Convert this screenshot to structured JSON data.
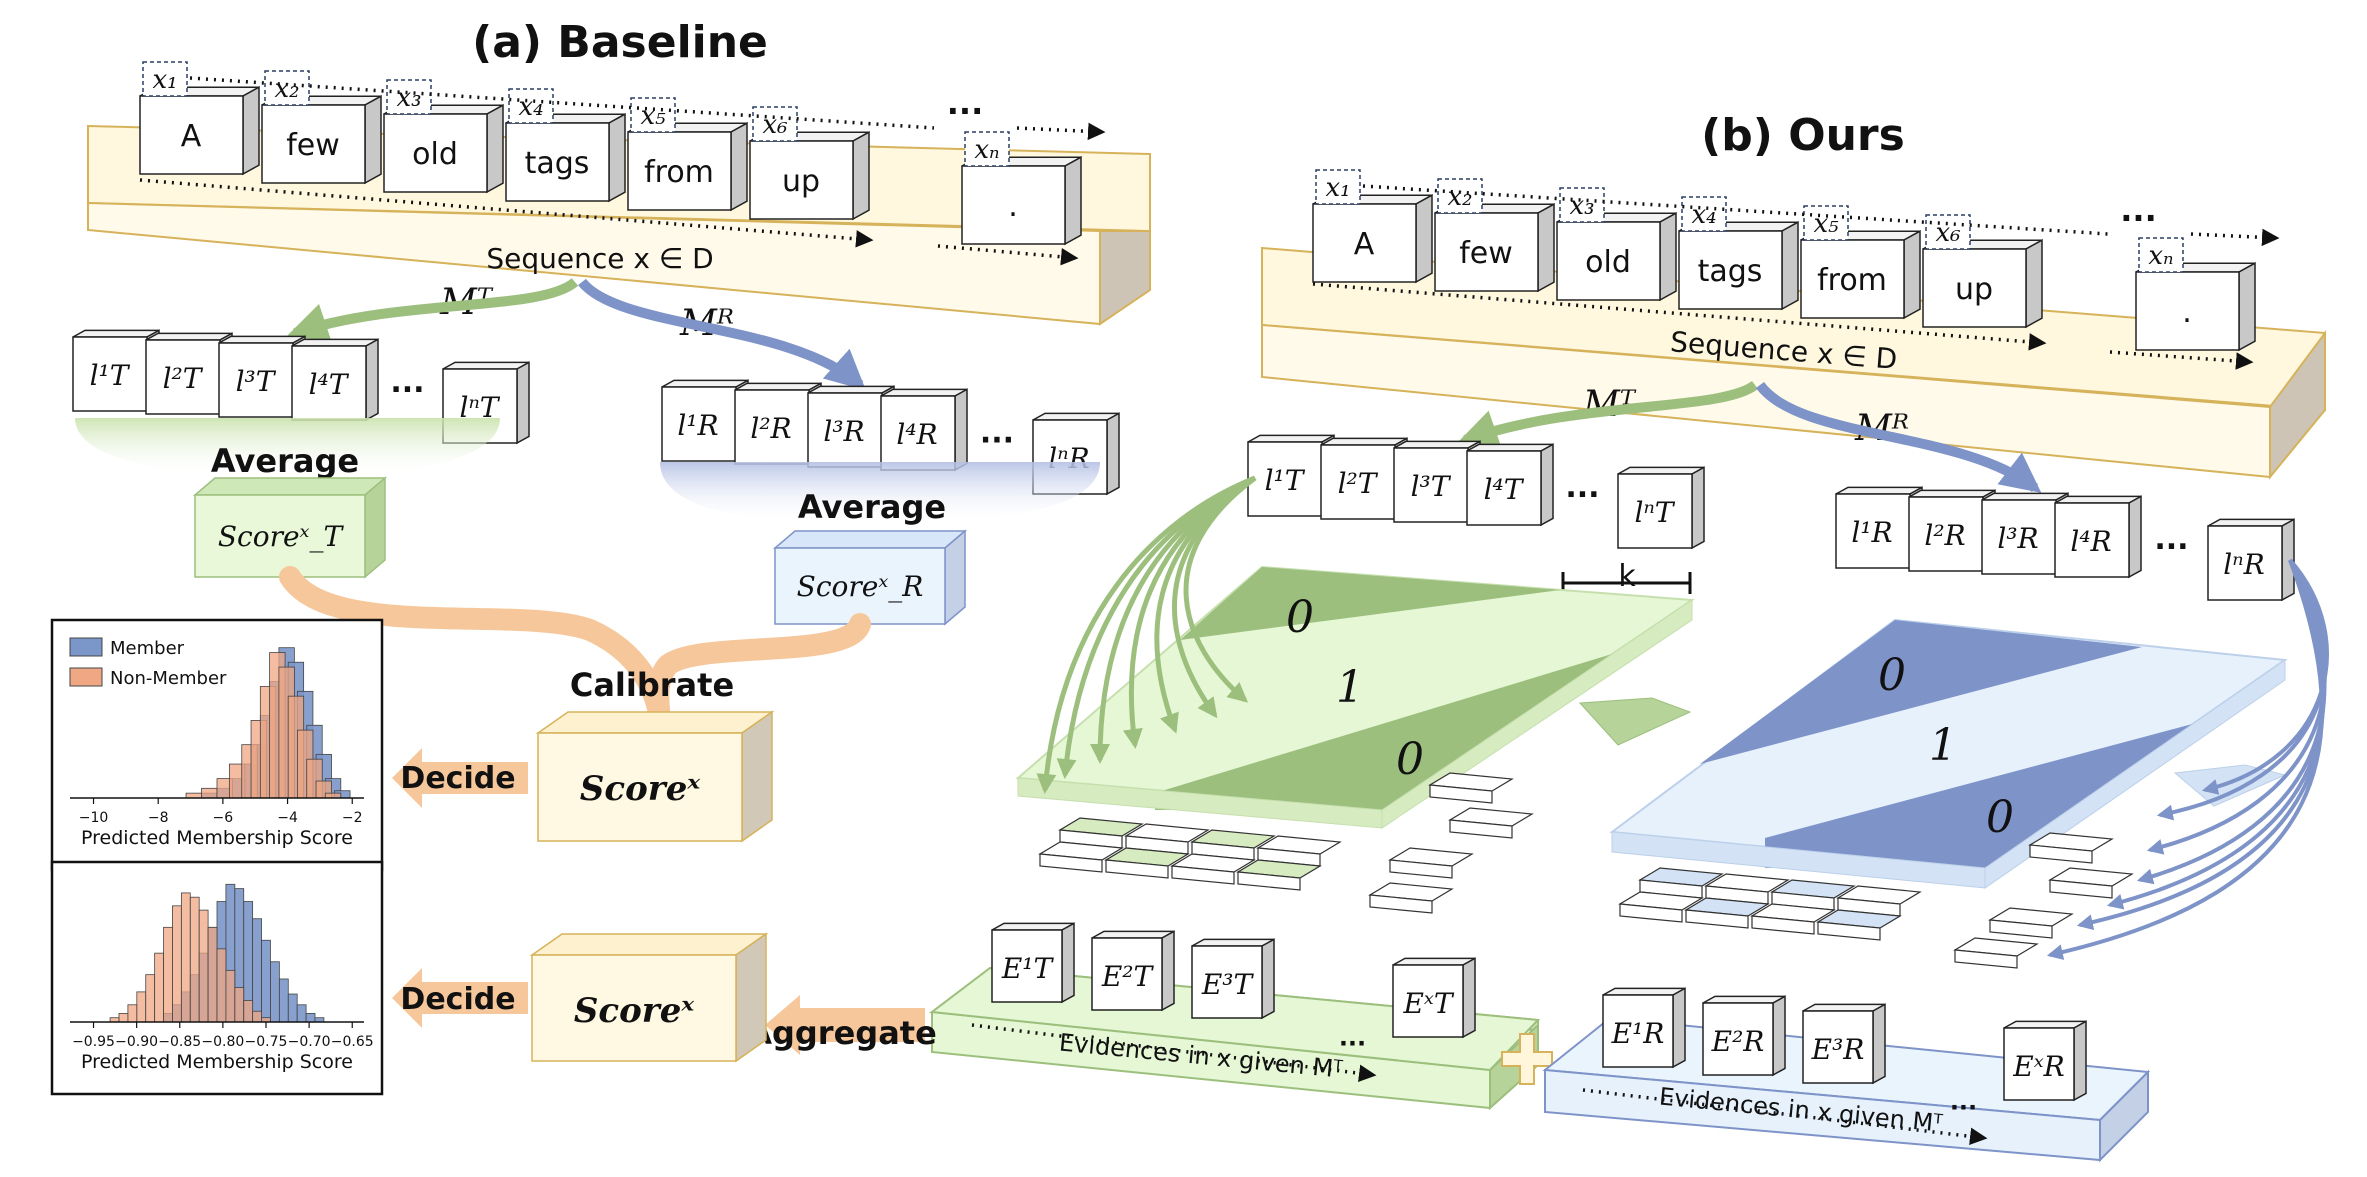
{
  "baseline": {
    "title": "(a) Baseline",
    "tokens": [
      "A",
      "few",
      "old",
      "tags",
      "from",
      "up",
      "."
    ],
    "positions": [
      "x₁",
      "x₂",
      "x₃",
      "x₄",
      "x₅",
      "x₆",
      "xₙ"
    ],
    "sequence_label": "Sequence x ∈ D",
    "target_model": "Mᵀ",
    "reference_model": "Mᴿ",
    "target_losses": [
      "l¹T",
      "l²T",
      "l³T",
      "l⁴T",
      "lⁿT"
    ],
    "reference_losses": [
      "l¹R",
      "l²R",
      "l³R",
      "l⁴R",
      "lⁿR"
    ],
    "average_label_target": "Average",
    "average_label_reference": "Average",
    "score_target": "Scoreˣ_T",
    "score_reference": "Scoreˣ_R",
    "calibrate_label": "Calibrate",
    "score_label": "Scoreˣ",
    "decide_label": "Decide",
    "ellipsis": "···"
  },
  "ours": {
    "title": "(b) Ours",
    "tokens": [
      "A",
      "few",
      "old",
      "tags",
      "from",
      "up",
      "."
    ],
    "positions": [
      "x₁",
      "x₂",
      "x₃",
      "x₄",
      "x₅",
      "x₆",
      "xₙ"
    ],
    "sequence_label": "Sequence x ∈ D",
    "target_model": "Mᵀ",
    "reference_model": "Mᴿ",
    "target_losses": [
      "l¹T",
      "l²T",
      "l³T",
      "l⁴T",
      "lⁿT"
    ],
    "reference_losses": [
      "l¹R",
      "l²R",
      "l³R",
      "l⁴R",
      "lⁿR"
    ],
    "window_label": "k",
    "matrix_values": [
      "0",
      "1",
      "0"
    ],
    "target_evidences": [
      "E¹T",
      "E²T",
      "E³T",
      "EˣT"
    ],
    "reference_evidences": [
      "E¹R",
      "E²R",
      "E³R",
      "EˣR"
    ],
    "target_evidence_label": "Evidences in x given Mᵀ",
    "reference_evidence_label": "Evidences in x given Mᵀ",
    "aggregate_label": "Aggregate",
    "score_label": "Scoreˣ",
    "decide_label": "Decide",
    "plus_symbol": "+",
    "ellipsis": "···"
  },
  "histograms": [
    {
      "type": "bar",
      "legend": [
        "Member",
        "Non-Member"
      ],
      "xlabel": "Predicted Membership Score",
      "xticks": [
        "−10",
        "−8",
        "−6",
        "−4",
        "−2"
      ],
      "xlim": [
        -11,
        -1.5
      ],
      "series": [
        {
          "name": "Member",
          "x": [
            -6.5,
            -6,
            -5.6,
            -5.2,
            -4.9,
            -4.6,
            -4.3,
            -4.0,
            -3.7,
            -3.4,
            -3.1,
            -2.8,
            -2.5,
            -2.2
          ],
          "values": [
            2,
            4,
            8,
            14,
            22,
            34,
            48,
            62,
            56,
            44,
            30,
            18,
            8,
            3
          ]
        },
        {
          "name": "Non-Member",
          "x": [
            -7,
            -6.5,
            -6,
            -5.6,
            -5.2,
            -4.9,
            -4.6,
            -4.3,
            -4.0,
            -3.7,
            -3.4,
            -3.1,
            -2.8,
            -2.5
          ],
          "values": [
            2,
            4,
            8,
            14,
            22,
            32,
            46,
            60,
            54,
            42,
            28,
            16,
            7,
            2
          ]
        }
      ],
      "colors": {
        "member": "#7b96c8",
        "non_member": "#f0a783"
      }
    },
    {
      "type": "bar",
      "xlabel": "Predicted Membership Score",
      "xticks": [
        "−0.95",
        "−0.90",
        "−0.85",
        "−0.80",
        "−0.75",
        "−0.70",
        "−0.65"
      ],
      "xlim": [
        -0.97,
        -0.64
      ],
      "series": [
        {
          "name": "Member",
          "x": [
            -0.86,
            -0.85,
            -0.84,
            -0.83,
            -0.82,
            -0.81,
            -0.8,
            -0.79,
            -0.78,
            -0.77,
            -0.76,
            -0.75,
            -0.74,
            -0.73,
            -0.72,
            -0.71,
            -0.7,
            -0.69
          ],
          "values": [
            4,
            8,
            14,
            22,
            32,
            44,
            56,
            64,
            62,
            56,
            48,
            38,
            28,
            20,
            13,
            8,
            4,
            2
          ]
        },
        {
          "name": "Non-Member",
          "x": [
            -0.92,
            -0.91,
            -0.9,
            -0.89,
            -0.88,
            -0.87,
            -0.86,
            -0.85,
            -0.84,
            -0.83,
            -0.82,
            -0.81,
            -0.8,
            -0.79,
            -0.78,
            -0.77,
            -0.76,
            -0.75
          ],
          "values": [
            2,
            4,
            8,
            14,
            22,
            32,
            44,
            54,
            60,
            58,
            52,
            44,
            34,
            24,
            16,
            10,
            5,
            2
          ]
        }
      ],
      "colors": {
        "member": "#7b96c8",
        "non_member": "#f0a783"
      }
    }
  ],
  "colors": {
    "target_green": "#9dbf7e",
    "target_light": "#e5f7d4",
    "reference_blue": "#7e93c8",
    "reference_light": "#e6f1fc",
    "calibrate_orange": "#f7c79c",
    "sequence_yellow": "#fff8df",
    "sequence_border": "#d6b25a"
  }
}
